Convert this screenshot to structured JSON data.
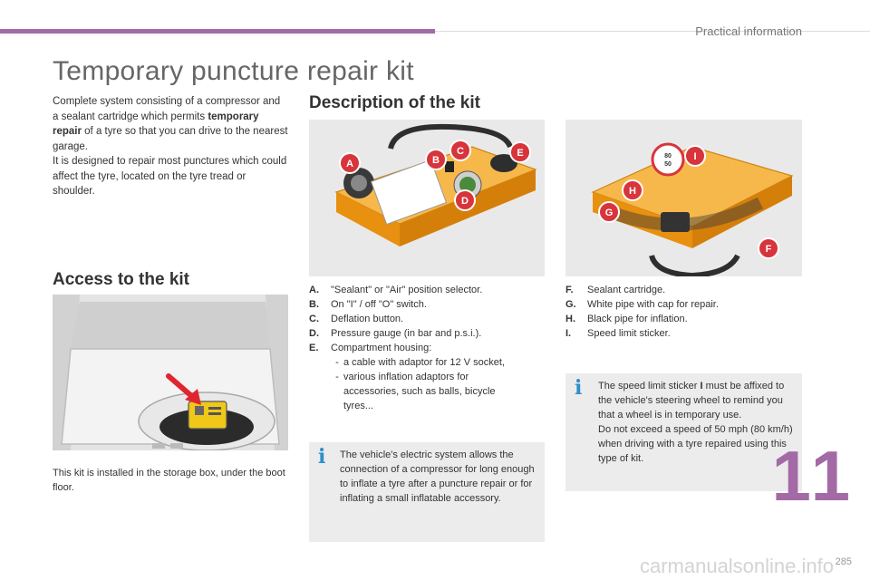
{
  "header": {
    "section_title": "Practical information"
  },
  "page": {
    "title": "Temporary puncture repair kit",
    "chapter": "11",
    "page_number": "285"
  },
  "intro": {
    "part1": "Complete system consisting of a compressor and a sealant cartridge which permits ",
    "bold": "temporary repair",
    "part2": " of a tyre so that you can drive to the nearest garage.",
    "line2": "It is designed to repair most punctures which could affect the tyre, located on the tyre tread or shoulder."
  },
  "access": {
    "heading": "Access to the kit",
    "caption": "This kit is installed in the storage box, under the boot floor."
  },
  "description": {
    "heading": "Description of the kit"
  },
  "kit_items_left": [
    {
      "letter": "A.",
      "text": "\"Sealant\" or \"Air\" position selector."
    },
    {
      "letter": "B.",
      "text": "On \"I\" / off \"O\" switch."
    },
    {
      "letter": "C.",
      "text": "Deflation button."
    },
    {
      "letter": "D.",
      "text": "Pressure gauge (in bar and p.s.i.)."
    },
    {
      "letter": "E.",
      "text": "Compartment housing:"
    }
  ],
  "kit_sub_items": [
    "a cable with adaptor for 12 V socket,",
    "various inflation adaptors for accessories, such as balls, bicycle tyres..."
  ],
  "kit_items_right": [
    {
      "letter": "F.",
      "text": "Sealant cartridge."
    },
    {
      "letter": "G.",
      "text": "White pipe with cap for repair."
    },
    {
      "letter": "H.",
      "text": "Black pipe for inflation."
    },
    {
      "letter": "I.",
      "text": "Speed limit sticker."
    }
  ],
  "info_left": "The vehicle's electric system allows the connection of a compressor for long enough to inflate a tyre after a puncture repair or for inflating a small inflatable accessory.",
  "info_right": {
    "part1": "The speed limit sticker ",
    "bold": "I",
    "part2": " must be affixed to the vehicle's steering wheel to remind you that a wheel is in temporary use.",
    "line2": "Do not exceed a speed of 50 mph (80 km/h) when driving with a tyre repaired using this type of kit."
  },
  "markers_left": [
    "A",
    "B",
    "C",
    "D",
    "E"
  ],
  "markers_right": [
    "I",
    "H",
    "G",
    "F"
  ],
  "sticker_text": [
    "80",
    "50"
  ],
  "info_icon": "info-i",
  "watermark": "carmanualsonline.info",
  "colors": {
    "accent": "#a36aa6",
    "marker": "#d8343b",
    "kit_orange": "#f0a020",
    "info_icon": "#2d8fc9"
  }
}
